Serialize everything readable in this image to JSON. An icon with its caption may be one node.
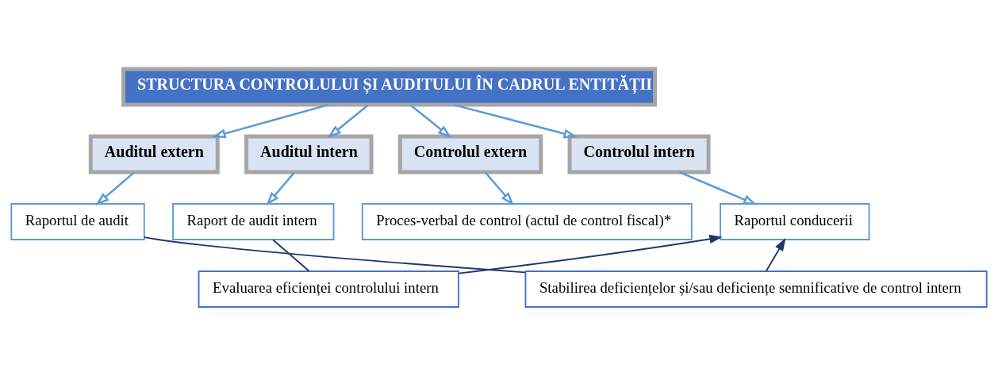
{
  "diagram": {
    "nodes": [
      {
        "text": [
          "STRUCTURA CONTROLULUI ȘI AUDITULUI ÎN CADRUL ENTITĂȚII"
        ]
      },
      {
        "text": [
          "Auditul extern"
        ]
      },
      {
        "text": [
          "Auditul intern"
        ]
      },
      {
        "text": [
          "Controlul extern"
        ]
      },
      {
        "text": [
          "Controlul intern"
        ]
      },
      {
        "text": [
          "Raportul de audit"
        ]
      },
      {
        "text": [
          "Raport de audit intern"
        ]
      },
      {
        "text": [
          "Proces-verbal de control (actul de control fiscal)*"
        ]
      },
      {
        "text": [
          "Raportul conducerii"
        ]
      },
      {
        "text": [
          "Evaluarea eficienței controlului intern"
        ]
      },
      {
        "text": [
          "Stabilirea deficiențelor și/sau deficiențe semnificative de control intern"
        ]
      }
    ],
    "edges": [
      {
        "from": 0,
        "to": 1,
        "arrow": "to"
      },
      {
        "from": 0,
        "to": 2,
        "arrow": "to"
      },
      {
        "from": 0,
        "to": 3,
        "arrow": "to"
      },
      {
        "from": 0,
        "to": 4,
        "arrow": "to"
      },
      {
        "from": 1,
        "to": 5,
        "arrow": "to"
      },
      {
        "from": 2,
        "to": 6,
        "arrow": "to"
      },
      {
        "from": 3,
        "to": 7,
        "arrow": "to"
      },
      {
        "from": 4,
        "to": 8,
        "arrow": "to"
      },
      {
        "from": 6,
        "to": 9,
        "arrow": "none",
        "color": "#1f3864"
      },
      {
        "from": 9,
        "to": 8,
        "arrow": "to",
        "color": "#1f3864"
      },
      {
        "from": 5,
        "to": 10,
        "arrow": "none",
        "color": "#1f3864"
      },
      {
        "from": 10,
        "to": 8,
        "arrow": "to",
        "color": "#1f3864"
      }
    ]
  }
}
